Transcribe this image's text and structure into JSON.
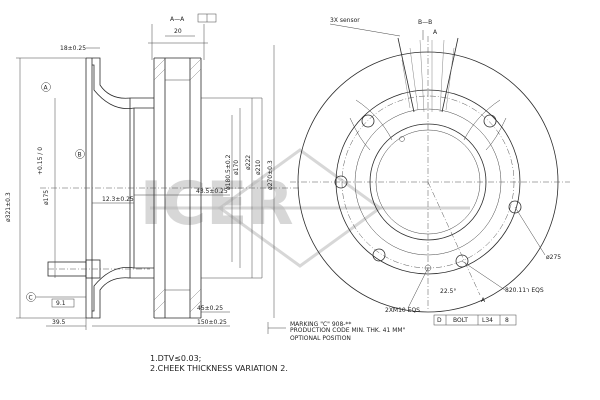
{
  "section_labels": {
    "aa": "A—A",
    "bb": "B—B"
  },
  "dimensions": {
    "d20": "20",
    "d18": "18±0.25",
    "d321": "ø321±0.3",
    "d175": "ø175",
    "d175_tol": "+0.15 / 0",
    "d12_3": "12.3±0.25",
    "d43_5": "43.5±0.25",
    "d180_5": "ø180.5±0.2",
    "d170": "ø170",
    "d222": "ø222",
    "d210": "ø210",
    "d270": "ø270±0.3",
    "d39_5": "39.5",
    "d45": "45±0.25",
    "d150": "150±0.25",
    "d9_1": "9.1",
    "d275": "ø275",
    "d22_5": "22.5°",
    "d8x20": "8ר20.11 EQS",
    "d2xm10": "2XM10 EQS"
  },
  "circle_labels": {
    "a": "A",
    "b": "B",
    "c": "C"
  },
  "annotations": {
    "bolt_label": "BOLT",
    "bolt_code": "L34",
    "bolt_num": "8",
    "bolt_box": "D",
    "sensor_label": "3X sensor",
    "ref_a": "A",
    "marking1": "MARKING \"C\" 908-**",
    "marking2": "PRODUCTION CODE MIN. THK. 41 MM\"",
    "marking3": "OPTIONAL POSITION"
  },
  "notes": {
    "n1": "1.DTV≤0.03;",
    "n2": "2.CHEEK THICKNESS VARIATION 2."
  },
  "watermark": {
    "text": "ICER"
  }
}
